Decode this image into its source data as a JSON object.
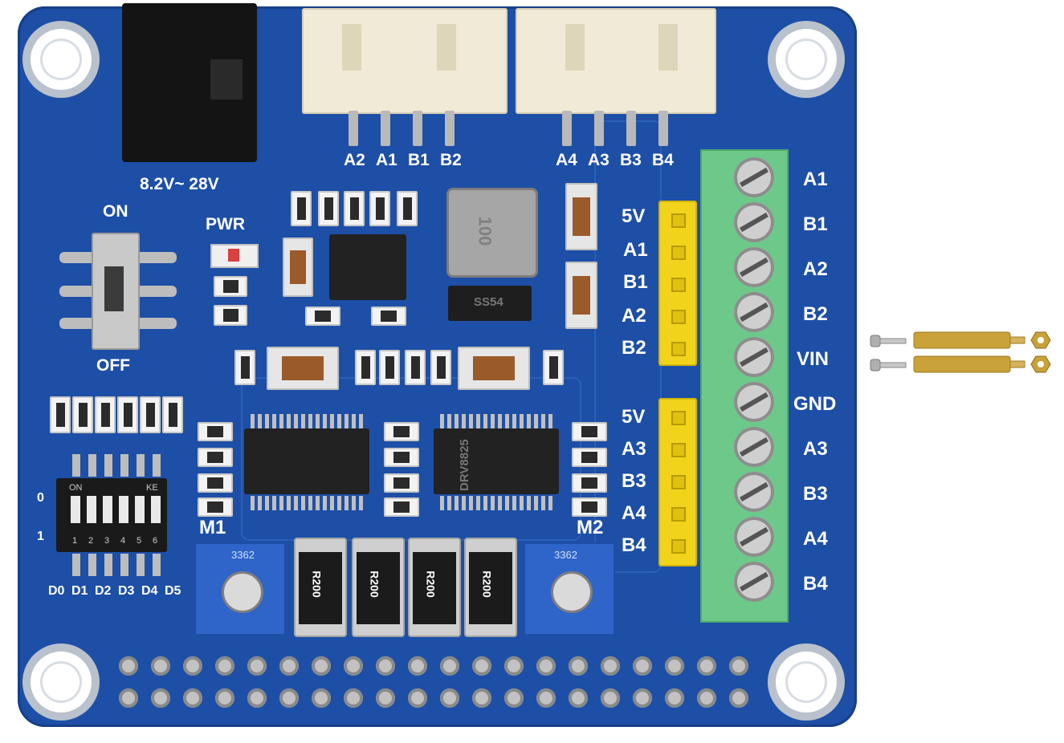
{
  "board": {
    "input_voltage": "8.2V~ 28V",
    "switch_on": "ON",
    "switch_off": "OFF",
    "pwr": "PWR",
    "motor1": "M1",
    "motor2": "M2",
    "dip_on": "ON",
    "dip_ke": "KE",
    "dip_numbers": [
      "1",
      "2",
      "3",
      "4",
      "5",
      "6"
    ],
    "dip_zero": "0",
    "dip_one": "1",
    "dip_labels": [
      "D0",
      "D1",
      "D2",
      "D3",
      "D4",
      "D5"
    ],
    "connector_left_pins": [
      "A2",
      "A1",
      "B1",
      "B2"
    ],
    "connector_right_pins": [
      "A4",
      "A3",
      "B3",
      "B4"
    ],
    "header_top": [
      "5V",
      "A1",
      "B1",
      "A2",
      "B2"
    ],
    "header_bottom": [
      "5V",
      "A3",
      "B3",
      "A4",
      "B4"
    ],
    "terminal_labels": [
      "A1",
      "B1",
      "A2",
      "B2",
      "VIN",
      "GND",
      "A3",
      "B3",
      "A4",
      "B4"
    ],
    "resistor_marking": "R200",
    "pot_marking": "3362",
    "inductor_marking": "100",
    "chip_marking": "DRV8825",
    "diode_marking": "SS54"
  },
  "colors": {
    "pcb": "#1d4fa6",
    "terminal": "#6cc98a",
    "header": "#f2d31c",
    "connector": "#f0ead6"
  },
  "icons": {
    "screws": "screw-icon",
    "standoffs": "brass-standoff-icon",
    "nuts": "nut-icon"
  }
}
